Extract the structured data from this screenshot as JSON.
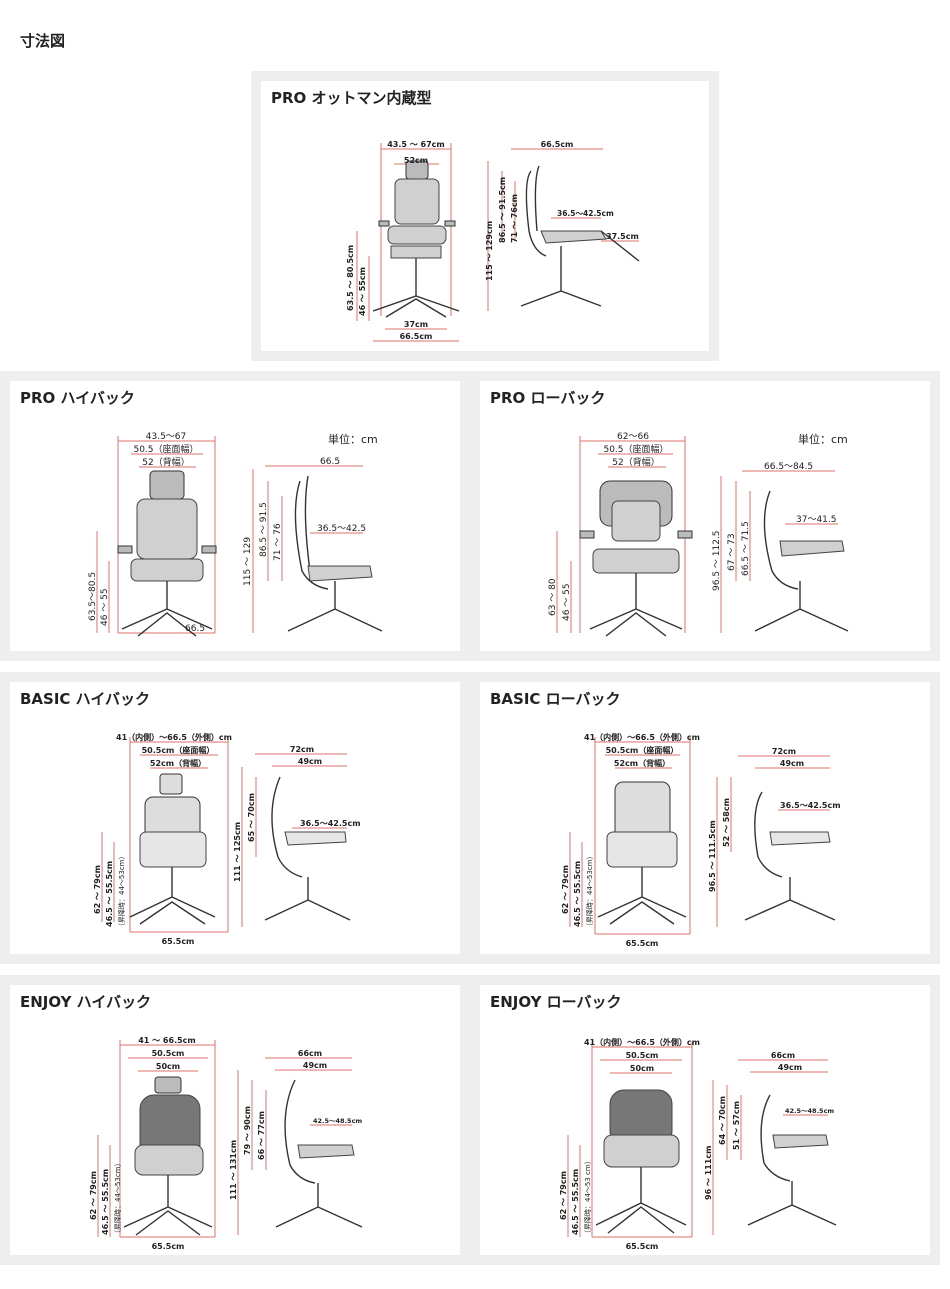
{
  "page": {
    "title": "寸法図"
  },
  "panels": {
    "pro_ottoman": {
      "title": "PRO オットマン内蔵型",
      "front": {
        "top": "43.5 ～ 67cm",
        "back": "52cm",
        "height_arm": "63.5 ～ 80.5cm",
        "height_seat": "46 ～ 55cm",
        "base_inner": "37cm",
        "base_outer": "66.5cm"
      },
      "side": {
        "depth": "66.5cm",
        "height_total": "115 ～ 129cm",
        "height_back1": "86.5 ～ 91.5cm",
        "height_back2": "71 ～ 76cm",
        "seat_depth": "36.5～42.5cm",
        "ottoman": "37.5cm"
      }
    },
    "pro_high": {
      "title": "PRO ハイバック",
      "unit": "単位：cm",
      "front": {
        "top": "43.5～67",
        "seat_width": "50.5（座面幅）",
        "back_width": "52（背幅）",
        "height_arm": "63.5～80.5",
        "height_seat": "46 ～ 55",
        "base": "66.5"
      },
      "side": {
        "depth": "66.5",
        "height_total": "115 ～ 129",
        "height_back1": "86.5 ～ 91.5",
        "height_back2": "71 ～ 76",
        "seat_depth": "36.5～42.5"
      }
    },
    "pro_low": {
      "title": "PRO ローバック",
      "unit": "単位：cm",
      "front": {
        "top": "62～66",
        "seat_width": "50.5（座面幅）",
        "back_width": "52（背幅）",
        "height_arm": "63 ～ 80",
        "height_seat": "46 ～ 55"
      },
      "side": {
        "depth": "66.5～84.5",
        "height_total": "96.5 ～ 112.5",
        "height_back1": "67 ～ 73",
        "height_back2": "66.5 ～ 71.5",
        "seat_depth": "37～41.5"
      }
    },
    "basic_high": {
      "title": "BASIC ハイバック",
      "front": {
        "top": "41（内側）～66.5（外側）cm",
        "seat_width": "50.5cm（座面幅）",
        "back_width": "52cm（背幅）",
        "height_arm": "62 ～ 79cm",
        "height_seat": "46.5 ～ 55.5cm",
        "height_seat_note": "（昇降時：44～53cm）",
        "base": "65.5cm"
      },
      "side": {
        "depth_outer": "72cm",
        "depth_inner": "49cm",
        "height_total": "111 ～ 125cm",
        "height_back": "65 ～ 70cm",
        "seat_depth": "36.5～42.5cm"
      }
    },
    "basic_low": {
      "title": "BASIC ローバック",
      "front": {
        "top": "41（内側）～66.5（外側）cm",
        "seat_width": "50.5cm（座面幅）",
        "back_width": "52cm（背幅）",
        "height_arm": "62 ～ 79cm",
        "height_seat": "46.5 ～ 55.5cm",
        "height_seat_note": "（昇降時：44～53cm）",
        "base": "65.5cm"
      },
      "side": {
        "depth_outer": "72cm",
        "depth_inner": "49cm",
        "height_total": "96.5 ～ 111.5cm",
        "height_back": "52 ～ 58cm",
        "seat_depth": "36.5～42.5cm"
      }
    },
    "enjoy_high": {
      "title": "ENJOY ハイバック",
      "front": {
        "top": "41 ～ 66.5cm",
        "seat_width": "50.5cm",
        "back_width": "50cm",
        "height_arm": "62 ～ 79cm",
        "height_seat": "46.5 ～ 55.5cm",
        "height_seat_note": "（昇降時：44～53cm）",
        "base": "65.5cm"
      },
      "side": {
        "depth_outer": "66cm",
        "depth_inner": "49cm",
        "height_total": "111 ～ 131cm",
        "height_back1": "79 ～ 90cm",
        "height_back2": "66 ～ 77cm",
        "seat_depth": "42.5～48.5cm"
      }
    },
    "enjoy_low": {
      "title": "ENJOY ローバック",
      "front": {
        "top": "41（内側）～66.5（外側）cm",
        "seat_width": "50.5cm",
        "back_width": "50cm",
        "height_arm": "62 ～ 79cm",
        "height_seat": "46.5 ～ 55.5cm",
        "height_seat_note": "（昇降時：44～53 cm）",
        "base": "65.5cm"
      },
      "side": {
        "depth_outer": "66cm",
        "depth_inner": "49cm",
        "height_total": "96 ～ 111cm",
        "height_back1": "64 ～ 70cm",
        "height_back2": "51 ～ 57cm",
        "seat_depth": "42.5～48.5cm"
      }
    }
  }
}
